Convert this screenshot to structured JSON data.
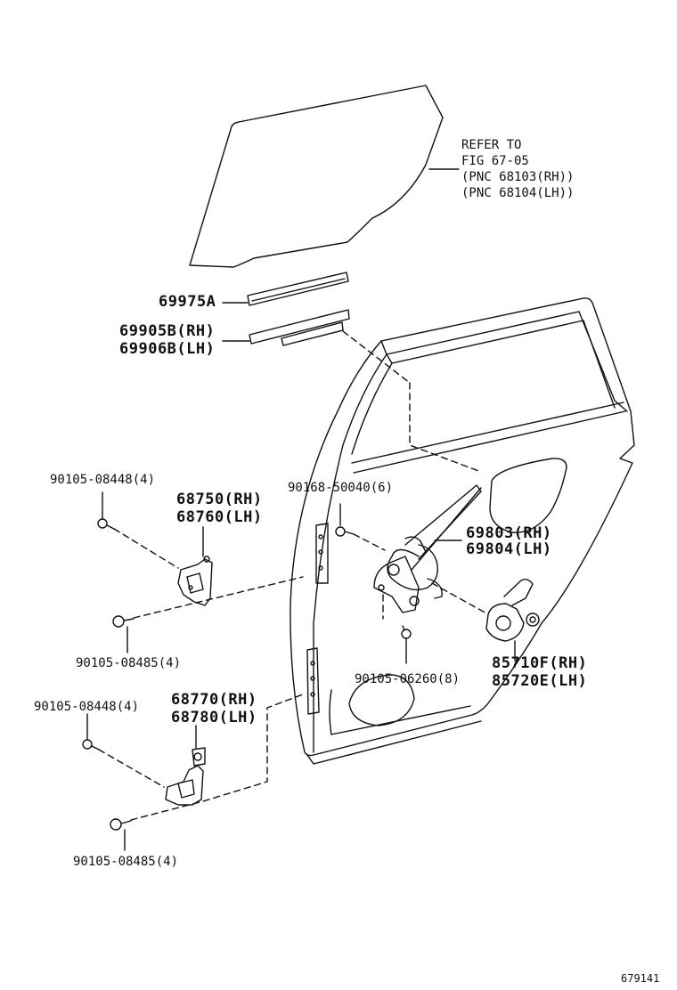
{
  "labels": {
    "refer_to": "REFER TO",
    "fig_ref": "FIG 67-05",
    "pnc_rh": "(PNC 68103(RH))",
    "pnc_lh": "(PNC 68104(LH))",
    "p69975a": "69975A",
    "p69905b": "69905B(RH)",
    "p69906b": "69906B(LH)",
    "p90105_08448_top": "90105-08448(4)",
    "p68750": "68750(RH)",
    "p68760": "68760(LH)",
    "p90168": "90168-50040(6)",
    "p69803": "69803(RH)",
    "p69804": "69804(LH)",
    "p90105_08485_top": "90105-08485(4)",
    "p90105_06260": "90105-06260(8)",
    "p85710f": "85710F(RH)",
    "p85720e": "85720E(LH)",
    "p90105_08448_bot": "90105-08448(4)",
    "p68770": "68770(RH)",
    "p68780": "68780(LH)",
    "p90105_08485_bot": "90105-08485(4)",
    "figure_id": "679141"
  }
}
